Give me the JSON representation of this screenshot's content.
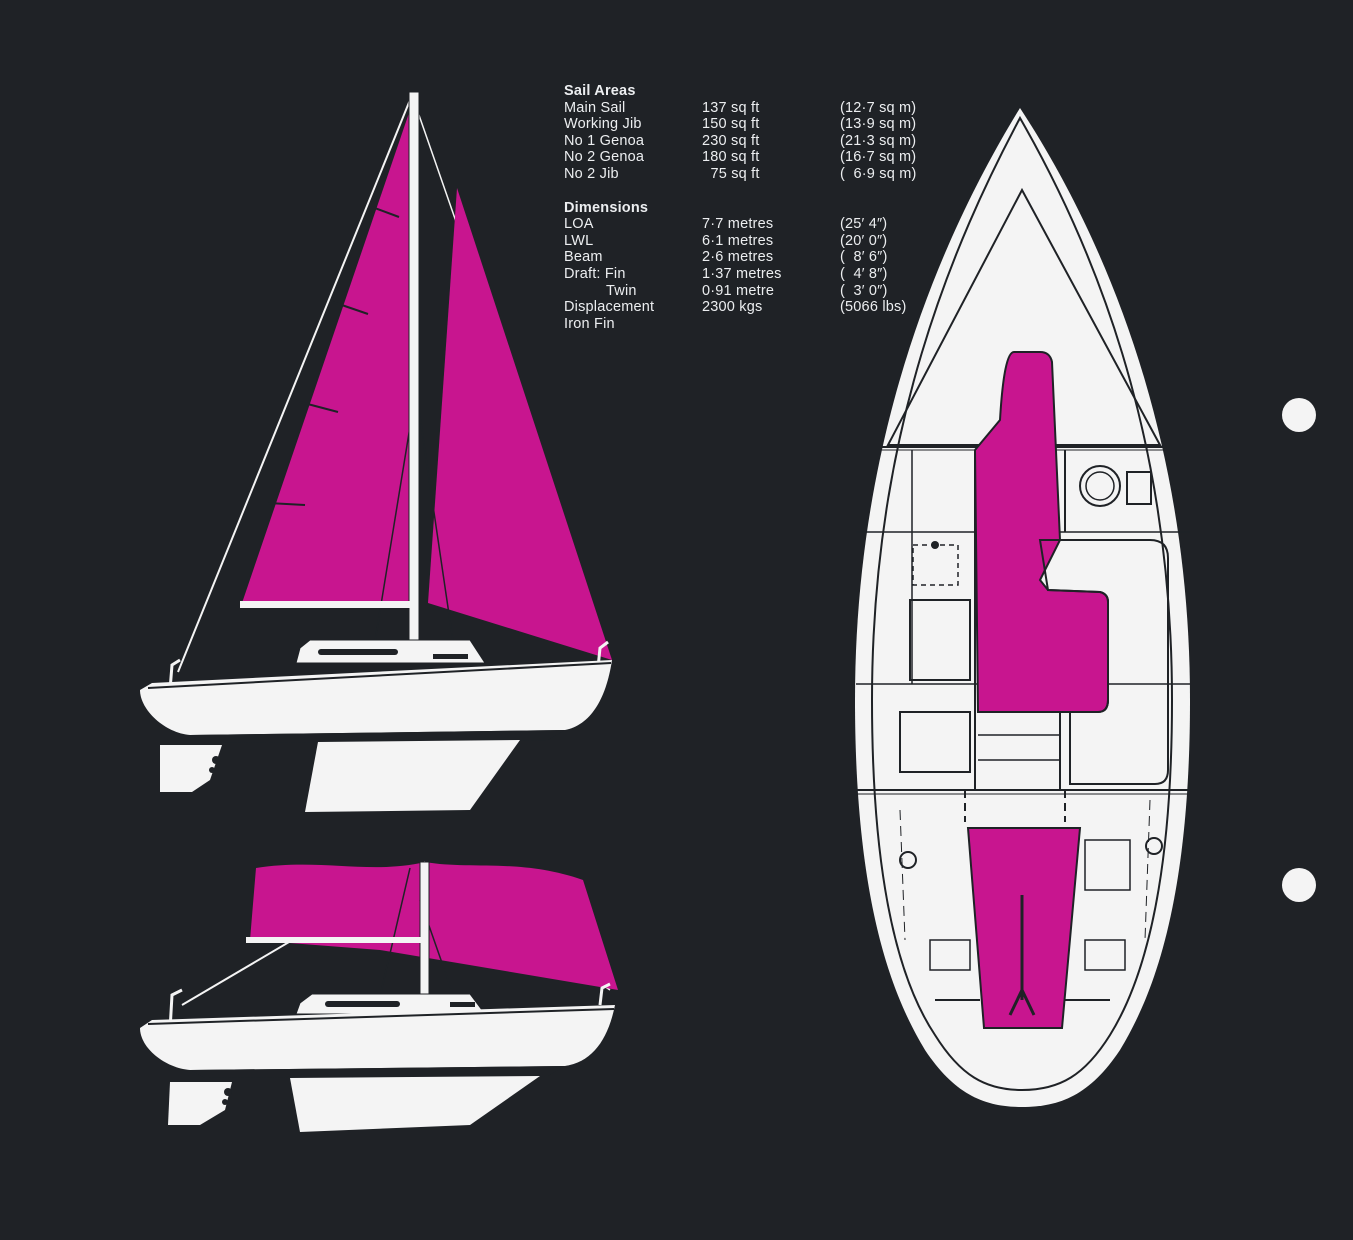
{
  "sail_areas": {
    "title": "Sail Areas",
    "rows": [
      {
        "label": "Main Sail",
        "imperial": "137 sq ft",
        "metric": "(12·7 sq m)"
      },
      {
        "label": "Working Jib",
        "imperial": "150 sq ft",
        "metric": "(13·9 sq m)"
      },
      {
        "label": "No 1 Genoa",
        "imperial": "230 sq ft",
        "metric": "(21·3 sq m)"
      },
      {
        "label": "No 2 Genoa",
        "imperial": "180 sq ft",
        "metric": "(16·7 sq m)"
      },
      {
        "label": "No 2 Jib",
        "imperial": "  75 sq ft",
        "metric": "(  6·9 sq m)"
      }
    ]
  },
  "dimensions": {
    "title": "Dimensions",
    "rows": [
      {
        "label": "LOA",
        "metric": "7·7 metres",
        "imperial": "(25′ 4″)"
      },
      {
        "label": "LWL",
        "metric": "6·1 metres",
        "imperial": "(20′ 0″)"
      },
      {
        "label": "Beam",
        "metric": "2·6 metres",
        "imperial": "(  8′ 6″)"
      },
      {
        "label": "Draft: Fin",
        "metric": "1·37 metres",
        "imperial": "(  4′ 8″)"
      },
      {
        "label": "          Twin",
        "metric": "0·91 metre",
        "imperial": "(  3′ 0″)"
      },
      {
        "label": "Displacement",
        "metric": "2300 kgs",
        "imperial": "(5066 lbs)"
      },
      {
        "label": "Iron Fin",
        "metric": "",
        "imperial": ""
      }
    ]
  },
  "colors": {
    "background": "#1f2226",
    "sail": "#c8158f",
    "hull": "#f4f4f4"
  }
}
